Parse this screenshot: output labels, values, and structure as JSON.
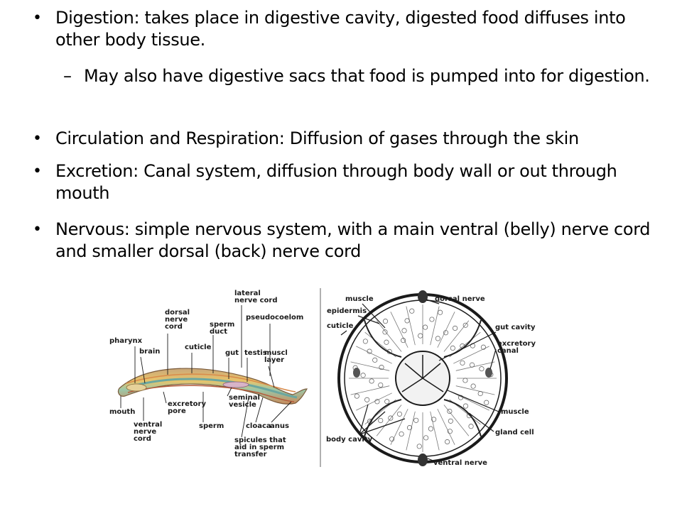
{
  "bullets": [
    {
      "level": 1,
      "marker": "•",
      "text": "Digestion: takes place in digestive cavity, digested food diffuses into other body tissue."
    },
    {
      "level": 2,
      "marker": "–",
      "text": "May also have digestive sacs that food is pumped into for digestion."
    },
    {
      "level": 1,
      "marker": "•",
      "text": "Circulation and Respiration: Diffusion of gases through the skin"
    },
    {
      "level": 1,
      "marker": "•",
      "text": "Excretion: Canal system, diffusion through body wall or out through mouth"
    },
    {
      "level": 1,
      "marker": "•",
      "text": "Nervous: simple nervous system, with a main ventral (belly) nerve cord and smaller dorsal (back) nerve cord"
    }
  ],
  "worm_labels": {
    "lateral_nerve_cord": [
      "lateral",
      "nerve cord"
    ],
    "dorsal_nerve_cord": [
      "dorsal",
      "nerve",
      "cord"
    ],
    "sperm_duct": [
      "sperm",
      "duct"
    ],
    "pseudocoelom": [
      "pseudocoelom"
    ],
    "pharynx": [
      "pharynx"
    ],
    "brain": [
      "brain"
    ],
    "cuticle": [
      "cuticle"
    ],
    "gut": [
      "gut"
    ],
    "testis": [
      "testis"
    ],
    "muscl_layer": [
      "muscl",
      "layer"
    ],
    "mouth": [
      "mouth"
    ],
    "excretory_pore": [
      "excretory",
      "pore"
    ],
    "seminal_vesicle": [
      "seminal",
      "vesicle"
    ],
    "ventral_nerve_cord": [
      "ventral",
      "nerve",
      "cord"
    ],
    "sperm": [
      "sperm"
    ],
    "cloaca": [
      "cloaca"
    ],
    "anus": [
      "anus"
    ],
    "spicules": [
      "spicules that",
      "aid in sperm",
      "transfer"
    ]
  },
  "section_labels": {
    "muscle_top": [
      "muscle"
    ],
    "dorsal_nerve": [
      "dorsal nerve"
    ],
    "epidermis": [
      "epidermis"
    ],
    "cuticle": [
      "cuticle"
    ],
    "gut_cavity": [
      "gut cavity"
    ],
    "excretory_canal": [
      "excretory",
      "canal"
    ],
    "muscle_bottom": [
      "muscle"
    ],
    "gland_cell": [
      "gland cell"
    ],
    "body_cavity": [
      "body cavity"
    ],
    "ventral_nerve": [
      "ventral nerve"
    ]
  }
}
